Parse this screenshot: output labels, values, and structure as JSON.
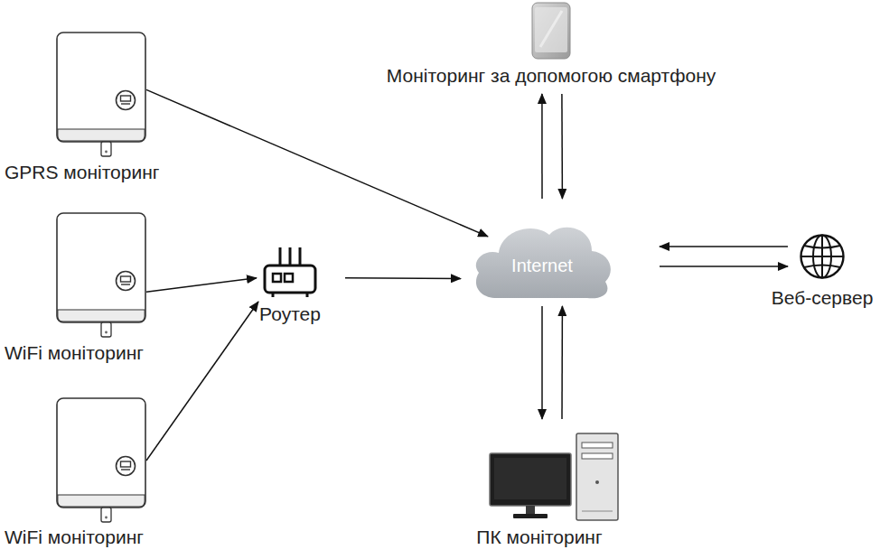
{
  "diagram": {
    "nodes": [
      {
        "text": [
          "GPRS моніторинг"
        ]
      },
      {
        "text": [
          "WiFi моніторинг"
        ]
      },
      {
        "text": [
          "WiFi моніторинг"
        ]
      },
      {
        "text": [
          "Роутер"
        ]
      },
      {
        "text": [
          "Internet"
        ]
      },
      {
        "text": [
          "Моніторинг за допомогою смартфону"
        ]
      },
      {
        "text": [
          "Веб-сервер"
        ]
      },
      {
        "text": [
          "ПК моніторинг"
        ]
      }
    ],
    "edges": [
      {
        "from": 0,
        "to": 4,
        "arrow": "to"
      },
      {
        "from": 1,
        "to": 3,
        "arrow": "to"
      },
      {
        "from": 2,
        "to": 3,
        "arrow": "to"
      },
      {
        "from": 3,
        "to": 4,
        "arrow": "to"
      },
      {
        "from": 4,
        "to": 5,
        "arrow": "to"
      },
      {
        "from": 5,
        "to": 4,
        "arrow": "to"
      },
      {
        "from": 6,
        "to": 4,
        "arrow": "to"
      },
      {
        "from": 4,
        "to": 6,
        "arrow": "to"
      },
      {
        "from": 4,
        "to": 7,
        "arrow": "to"
      },
      {
        "from": 7,
        "to": 4,
        "arrow": "to"
      }
    ]
  }
}
